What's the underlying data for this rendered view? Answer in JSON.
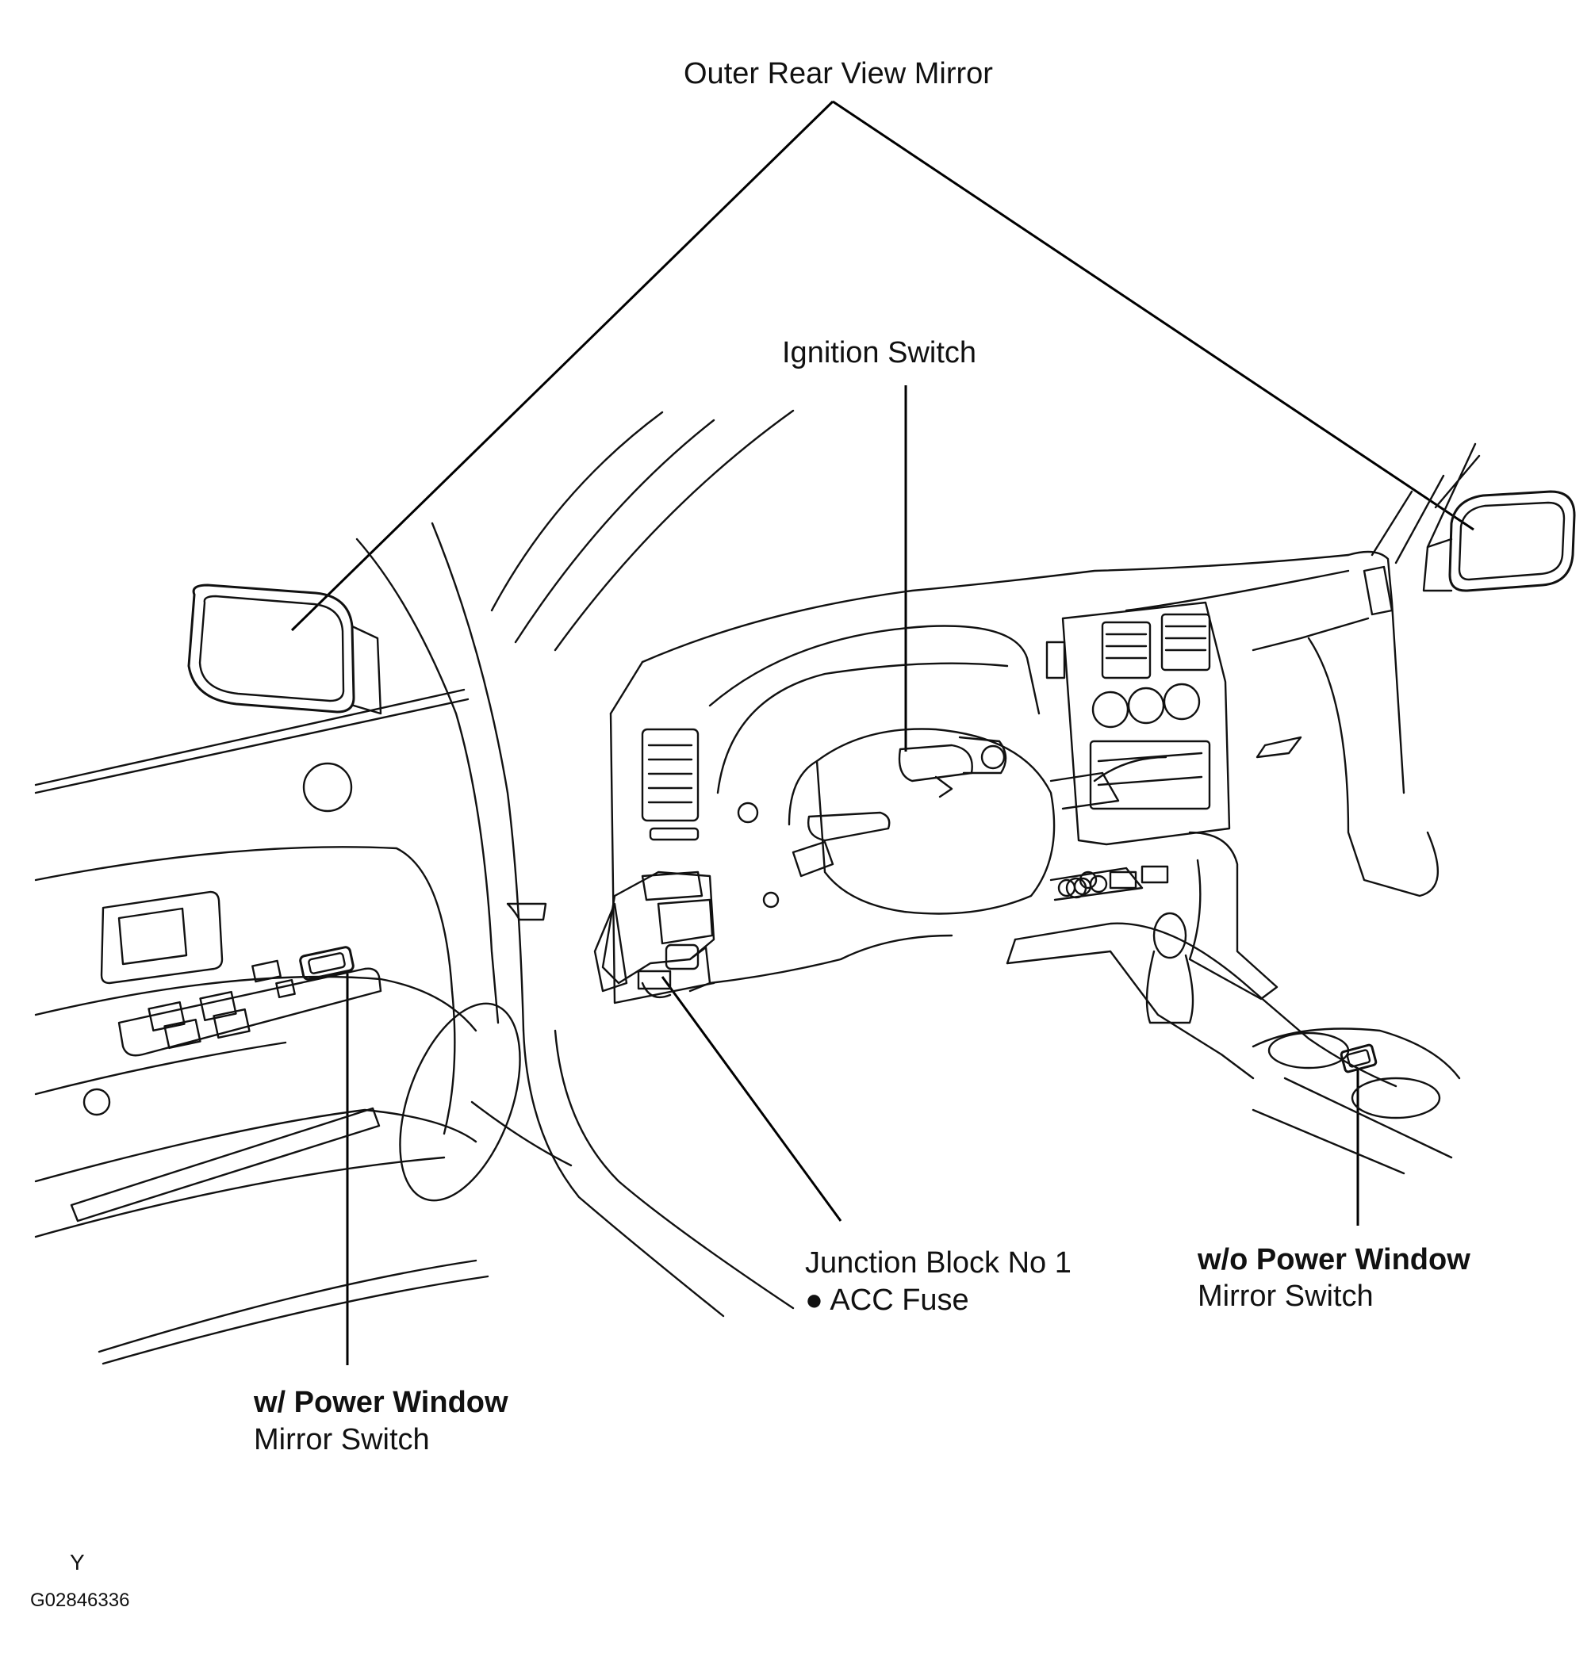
{
  "labels": {
    "outer_mirror": "Outer Rear View Mirror",
    "ignition_switch": "Ignition Switch",
    "junction_block": "Junction Block No 1",
    "acc_fuse_bullet": "●",
    "acc_fuse": "ACC Fuse",
    "wo_power_window": "w/o Power Window",
    "wo_mirror_switch": "Mirror Switch",
    "w_power_window": "w/ Power Window",
    "w_mirror_switch": "Mirror Switch",
    "corner_letter": "Y",
    "figure_code": "G02846336"
  },
  "colors": {
    "line": "#111111",
    "background": "#ffffff"
  }
}
